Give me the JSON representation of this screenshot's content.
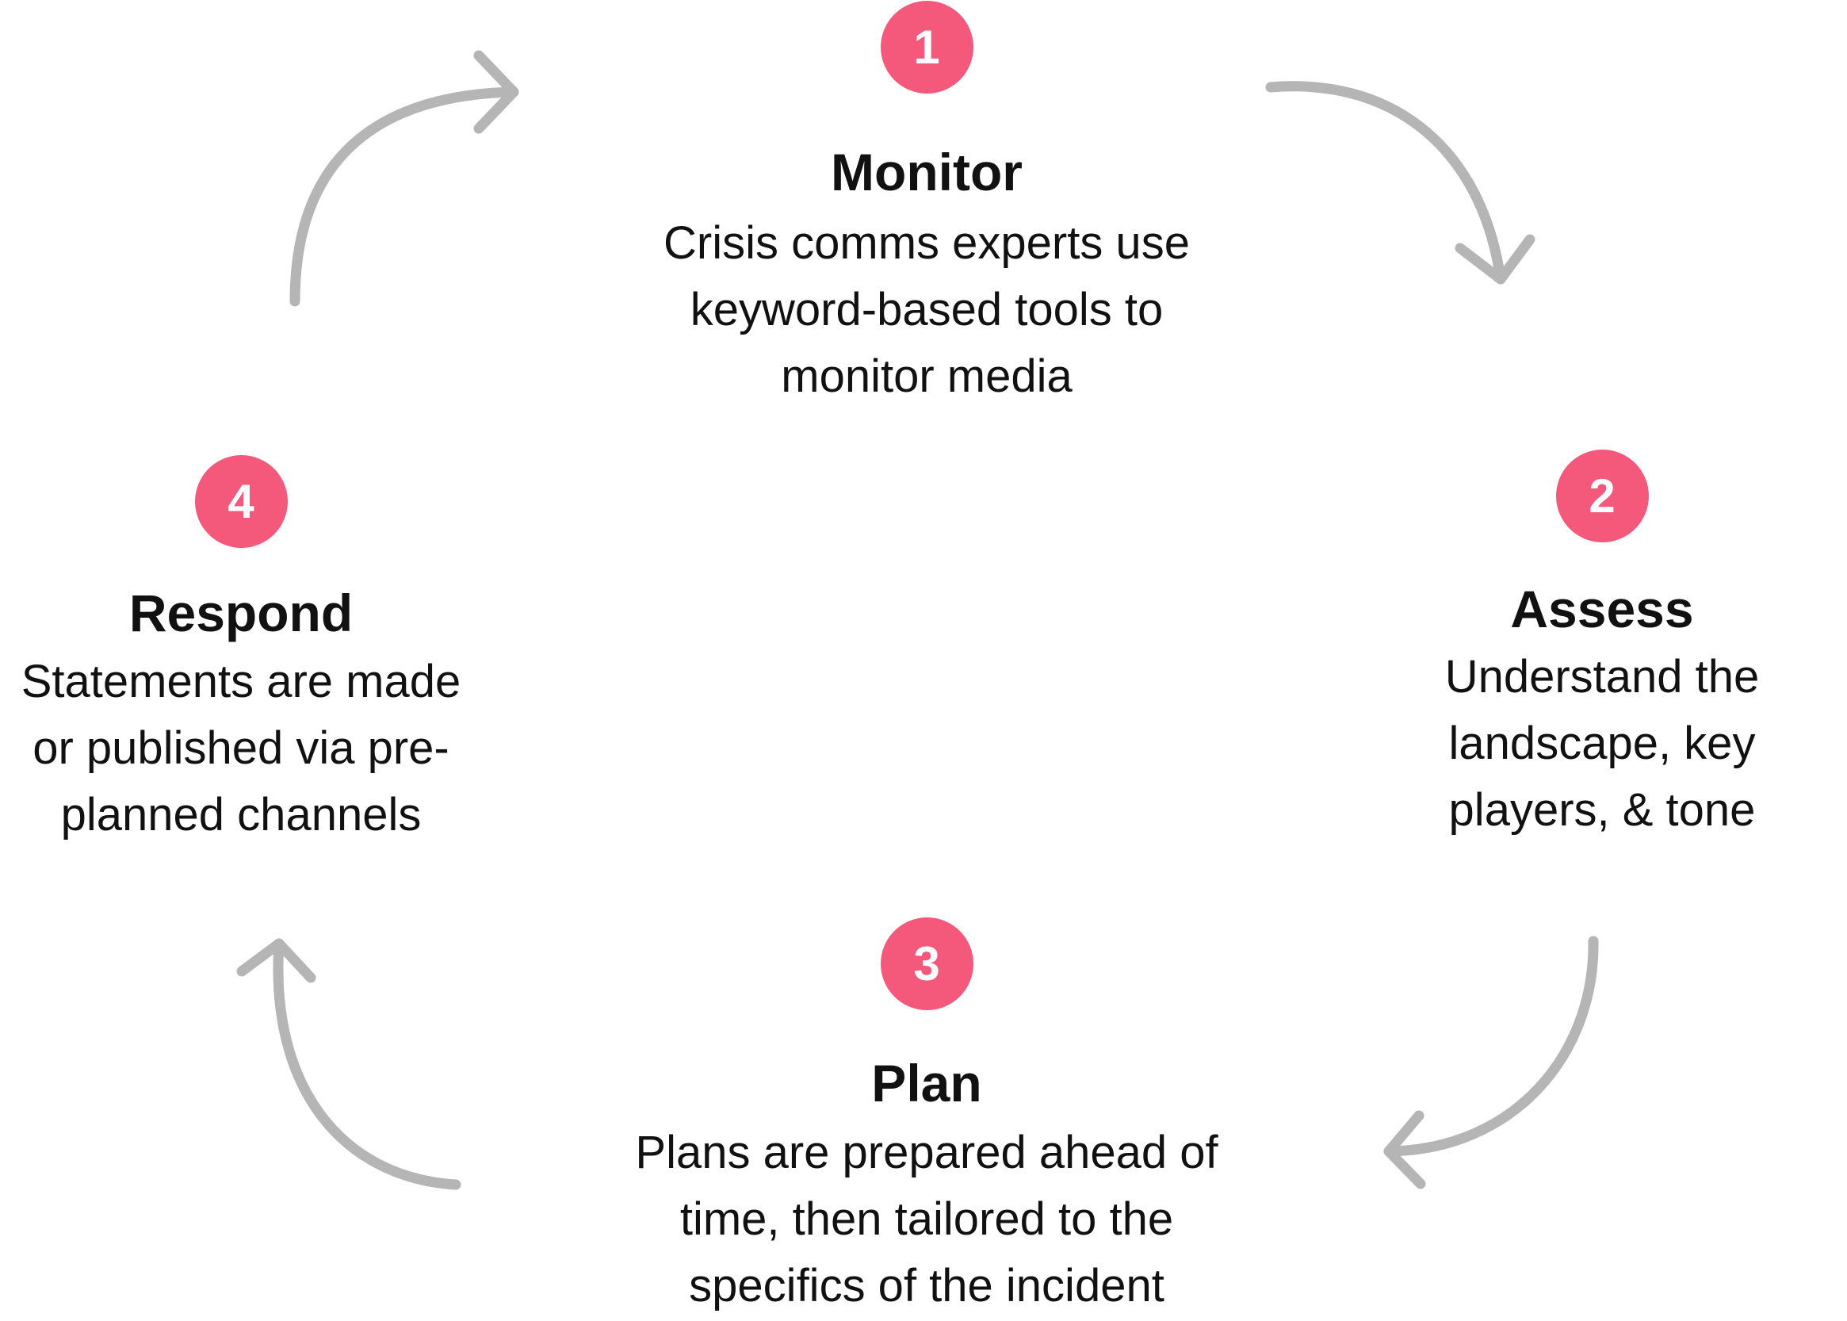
{
  "colors": {
    "badge": "#f4587a",
    "arrow": "#b5b5b5",
    "text": "#111111"
  },
  "steps": [
    {
      "number": "1",
      "title": "Monitor",
      "description": [
        "Crisis comms experts use",
        "keyword-based tools to",
        "monitor media"
      ]
    },
    {
      "number": "2",
      "title": "Assess",
      "description": [
        "Understand the",
        "landscape, key",
        "players, & tone"
      ]
    },
    {
      "number": "3",
      "title": "Plan",
      "description": [
        "Plans are prepared ahead of",
        "time, then tailored to the",
        "specifics of the incident"
      ]
    },
    {
      "number": "4",
      "title": "Respond",
      "description": [
        "Statements are made",
        "or published via pre-",
        "planned channels"
      ]
    }
  ],
  "arrows": [
    {
      "from": "Respond",
      "to": "Monitor",
      "icon": "curved-arrow-icon"
    },
    {
      "from": "Monitor",
      "to": "Assess",
      "icon": "curved-arrow-icon"
    },
    {
      "from": "Assess",
      "to": "Plan",
      "icon": "curved-arrow-icon"
    },
    {
      "from": "Plan",
      "to": "Respond",
      "icon": "curved-arrow-icon"
    }
  ]
}
